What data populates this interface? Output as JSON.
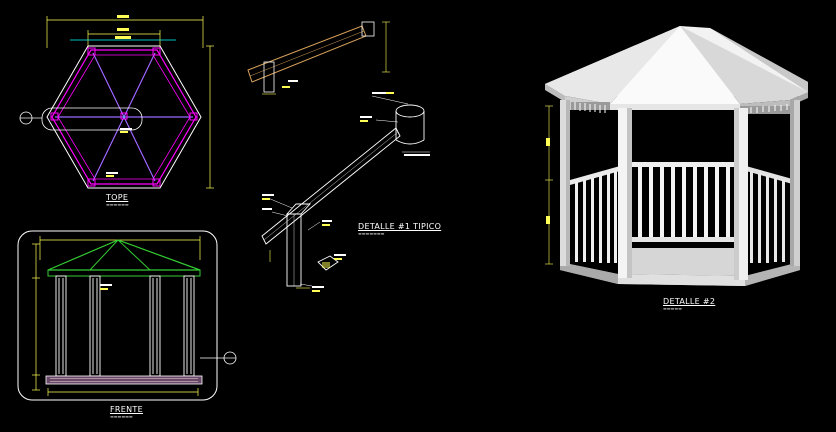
{
  "drawing": {
    "background": "#000000",
    "colors": {
      "frame": "#ffffff",
      "dimension": "#ffff55",
      "plan_outline": "#ff00ff",
      "roof_green": "#33cc33",
      "note_cyan": "#00ffff",
      "rafter_orange": "#d7a15a",
      "grid_bubble": "#ffffff"
    },
    "views": {
      "top": {
        "label": "TOPE"
      },
      "front": {
        "label": "FRENTE"
      },
      "detail1": {
        "label": "DETALLE  #1  TIPICO"
      },
      "detail2": {
        "label": "DETALLE  #2"
      }
    }
  }
}
